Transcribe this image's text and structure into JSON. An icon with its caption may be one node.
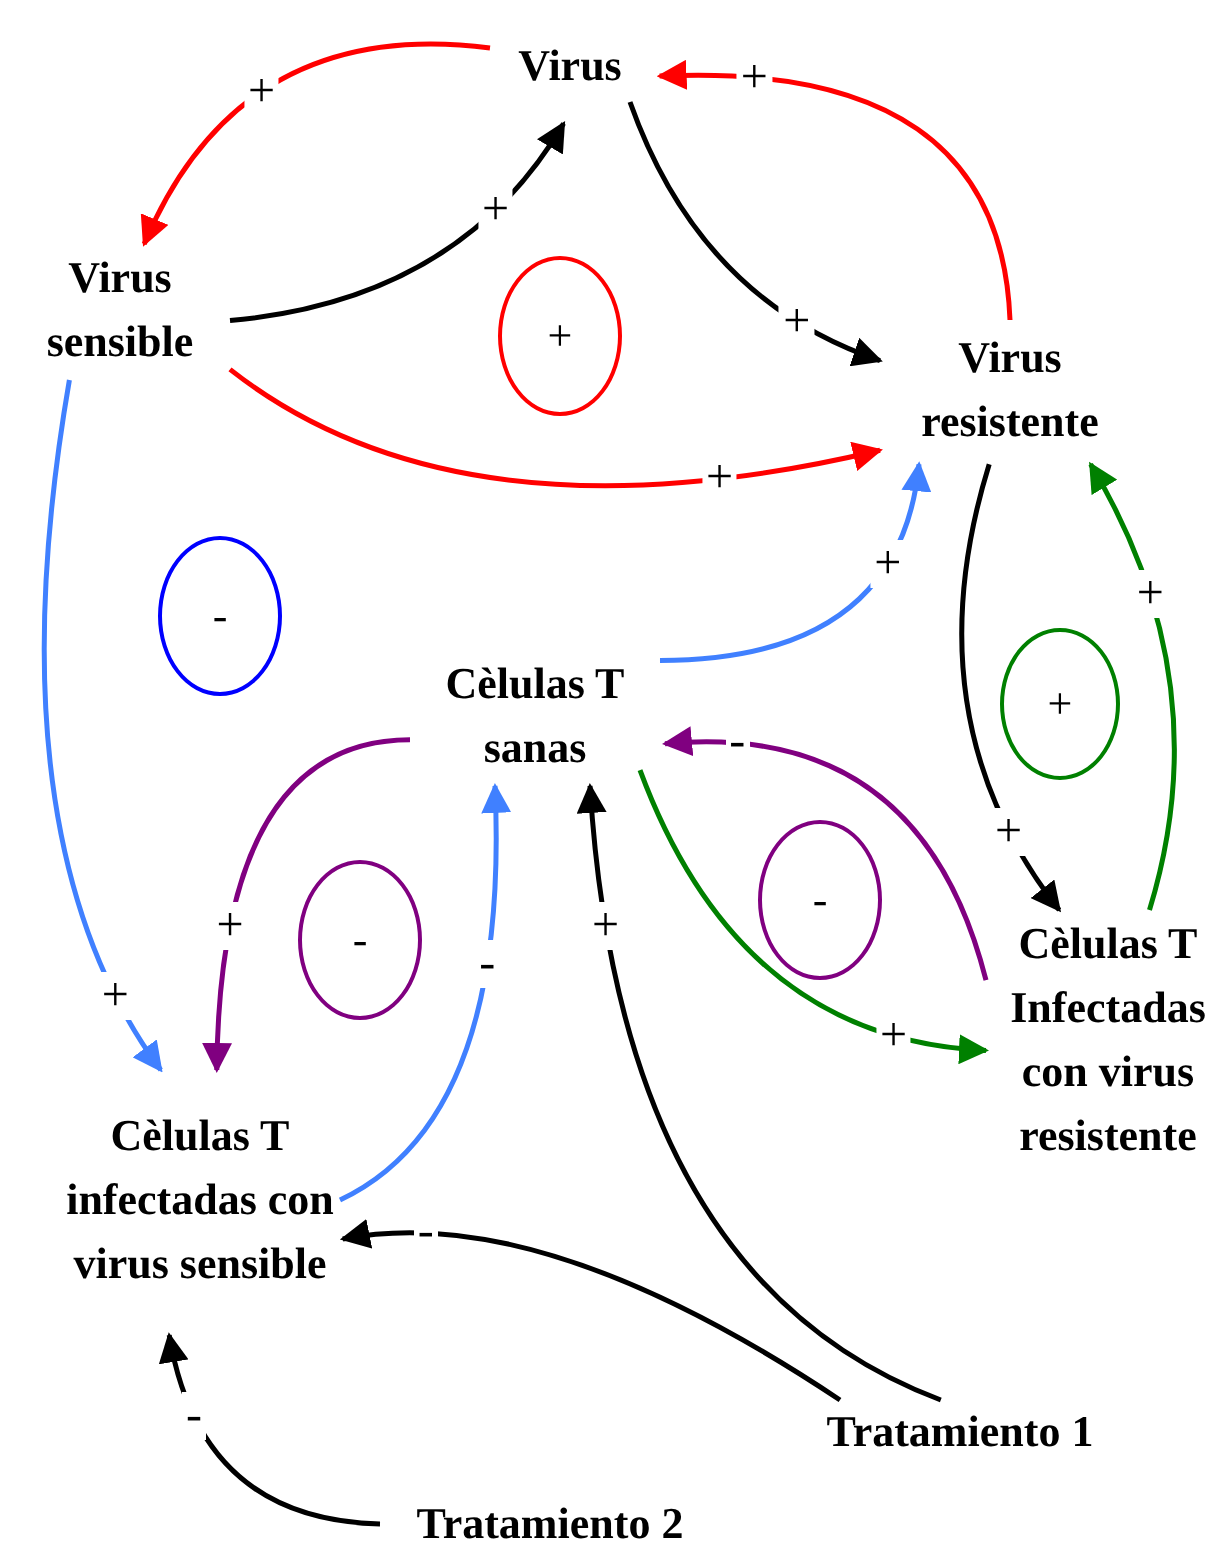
{
  "diagram": {
    "nodes": [
      {
        "text": [
          "Virus"
        ]
      },
      {
        "text": [
          "Virus sensible"
        ]
      },
      {
        "text": [
          "Virus resistente"
        ]
      },
      {
        "text": [
          "Cèlulas T sanas"
        ]
      },
      {
        "text": [
          "Cèlulas T Infectadas con virus resistente"
        ]
      },
      {
        "text": [
          "Cèlulas T infectadas con virus sensible"
        ]
      },
      {
        "text": [
          "Tratamiento 1"
        ]
      },
      {
        "text": [
          "Tratamiento 2"
        ]
      },
      {
        "text": [
          "+"
        ]
      },
      {
        "text": [
          "-"
        ]
      },
      {
        "text": [
          "+"
        ]
      },
      {
        "text": [
          "-"
        ]
      },
      {
        "text": [
          "-"
        ]
      }
    ],
    "edges": [
      {
        "from": 0,
        "to": 1,
        "arrow": "to",
        "label": "+",
        "color": "#ff0000"
      },
      {
        "from": 1,
        "to": 0,
        "arrow": "to",
        "label": "+"
      },
      {
        "from": 0,
        "to": 2,
        "arrow": "to",
        "label": "+"
      },
      {
        "from": 2,
        "to": 0,
        "arrow": "to",
        "label": "+",
        "color": "#ff0000"
      },
      {
        "from": 1,
        "to": 2,
        "arrow": "to",
        "label": "+",
        "color": "#ff0000"
      },
      {
        "from": 1,
        "to": 5,
        "arrow": "to",
        "label": "+",
        "color": "#4080ff"
      },
      {
        "from": 3,
        "to": 2,
        "arrow": "to",
        "label": "+",
        "color": "#4080ff"
      },
      {
        "from": 3,
        "to": 5,
        "arrow": "to",
        "label": "+",
        "color": "#800080"
      },
      {
        "from": 5,
        "to": 3,
        "arrow": "to",
        "label": "-",
        "color": "#4080ff"
      },
      {
        "from": 6,
        "to": 3,
        "arrow": "to",
        "label": "+"
      },
      {
        "from": 6,
        "to": 5,
        "arrow": "to",
        "label": "-"
      },
      {
        "from": 7,
        "to": 5,
        "arrow": "to",
        "label": "-"
      },
      {
        "from": 3,
        "to": 4,
        "arrow": "to",
        "label": "+",
        "color": "#008000"
      },
      {
        "from": 4,
        "to": 3,
        "arrow": "to",
        "label": "-",
        "color": "#800080"
      },
      {
        "from": 2,
        "to": 4,
        "arrow": "to",
        "label": "+"
      },
      {
        "from": 4,
        "to": 2,
        "arrow": "to",
        "label": "+",
        "color": "#008000"
      }
    ]
  }
}
